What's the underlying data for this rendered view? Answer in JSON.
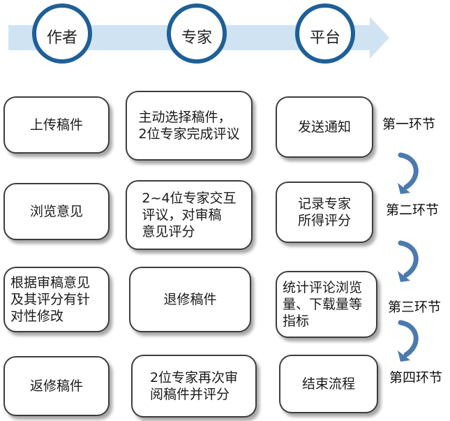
{
  "roles": [
    "作者",
    "专家",
    "平台"
  ],
  "stages": [
    "第一环节",
    "第二环节",
    "第三环节",
    "第四环节"
  ],
  "rows": [
    {
      "author": "上传稿件",
      "expert": "主动选择稿件，\n2位专家完成评议",
      "platform": "发送通知"
    },
    {
      "author": "浏览意见",
      "expert": "2~4位专家交互\n评议，对审稿\n意见评分",
      "platform": "记录专家\n所得评分"
    },
    {
      "author": "根据审稿意见\n及其评分有针\n对性修改",
      "expert": "退修稿件",
      "platform": "统计评论浏览\n量、下载量等\n指标"
    },
    {
      "author": "返修稿件",
      "expert": "2位专家再次审\n阅稿件并评分",
      "platform": "结束流程"
    }
  ],
  "colors": {
    "band": "#cfe3f3",
    "circle_stroke": "#1f5f98",
    "curve": "#4a7aae"
  }
}
